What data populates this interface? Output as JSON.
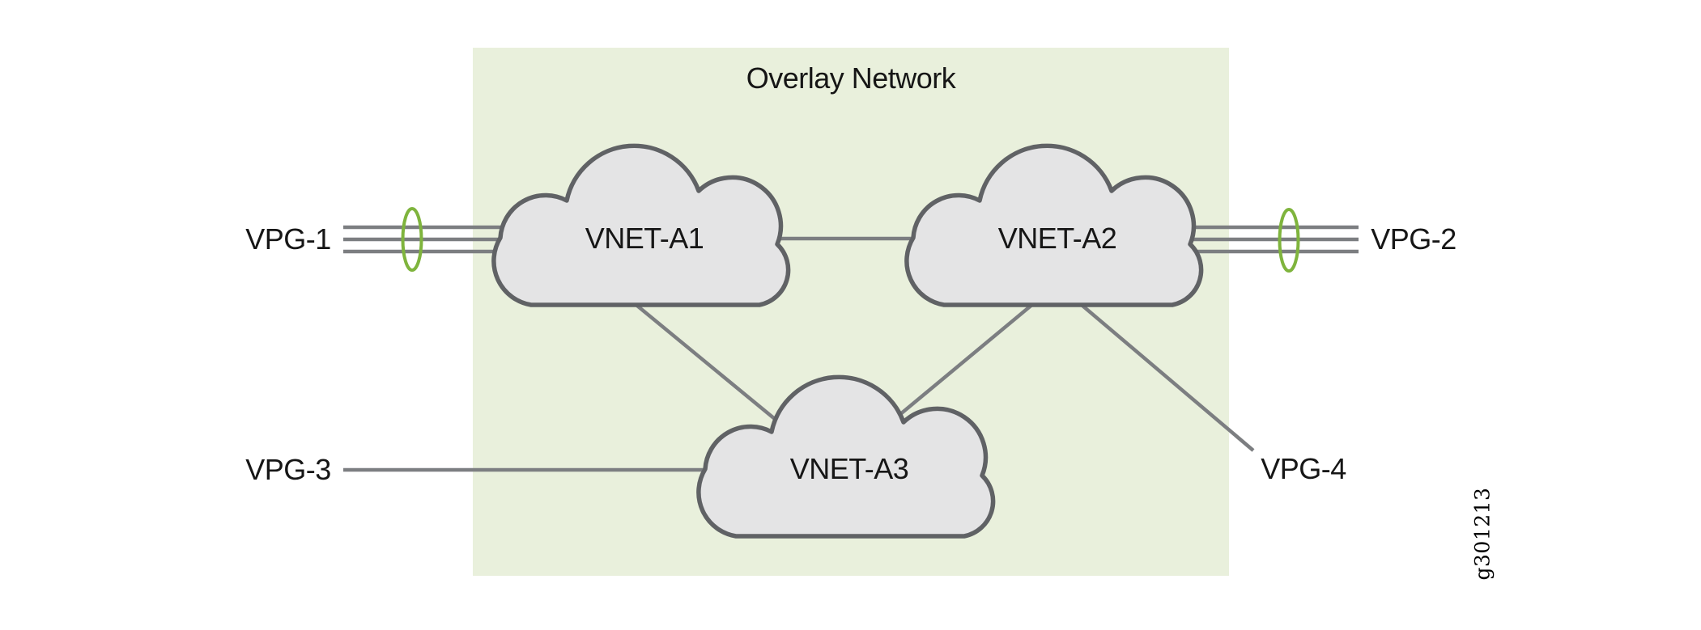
{
  "title": "Overlay Network",
  "figure_id": "g301213",
  "clouds": [
    {
      "label": "VNET-A1"
    },
    {
      "label": "VNET-A2"
    },
    {
      "label": "VNET-A3"
    }
  ],
  "gateways": [
    {
      "label": "VPG-1"
    },
    {
      "label": "VPG-2"
    },
    {
      "label": "VPG-3"
    },
    {
      "label": "VPG-4"
    }
  ],
  "connections": [
    {
      "from": "VPG-1",
      "to": "VNET-A1",
      "style": "triple-line-with-bundle-ellipse"
    },
    {
      "from": "VPG-2",
      "to": "VNET-A2",
      "style": "triple-line-with-bundle-ellipse"
    },
    {
      "from": "VPG-3",
      "to": "VNET-A3",
      "style": "single-line"
    },
    {
      "from": "VPG-4",
      "to": "VNET-A2",
      "style": "single-line"
    },
    {
      "from": "VNET-A1",
      "to": "VNET-A2",
      "style": "single-line"
    },
    {
      "from": "VNET-A1",
      "to": "VNET-A3",
      "style": "single-line"
    },
    {
      "from": "VNET-A2",
      "to": "VNET-A3",
      "style": "single-line"
    }
  ],
  "colors": {
    "overlay_background": "#e9f0dc",
    "cloud_fill": "#e4e4e5",
    "cloud_stroke": "#606265",
    "link_line": "#7c7e81",
    "bundle_ellipse": "#7fb43d",
    "text": "#161616"
  }
}
